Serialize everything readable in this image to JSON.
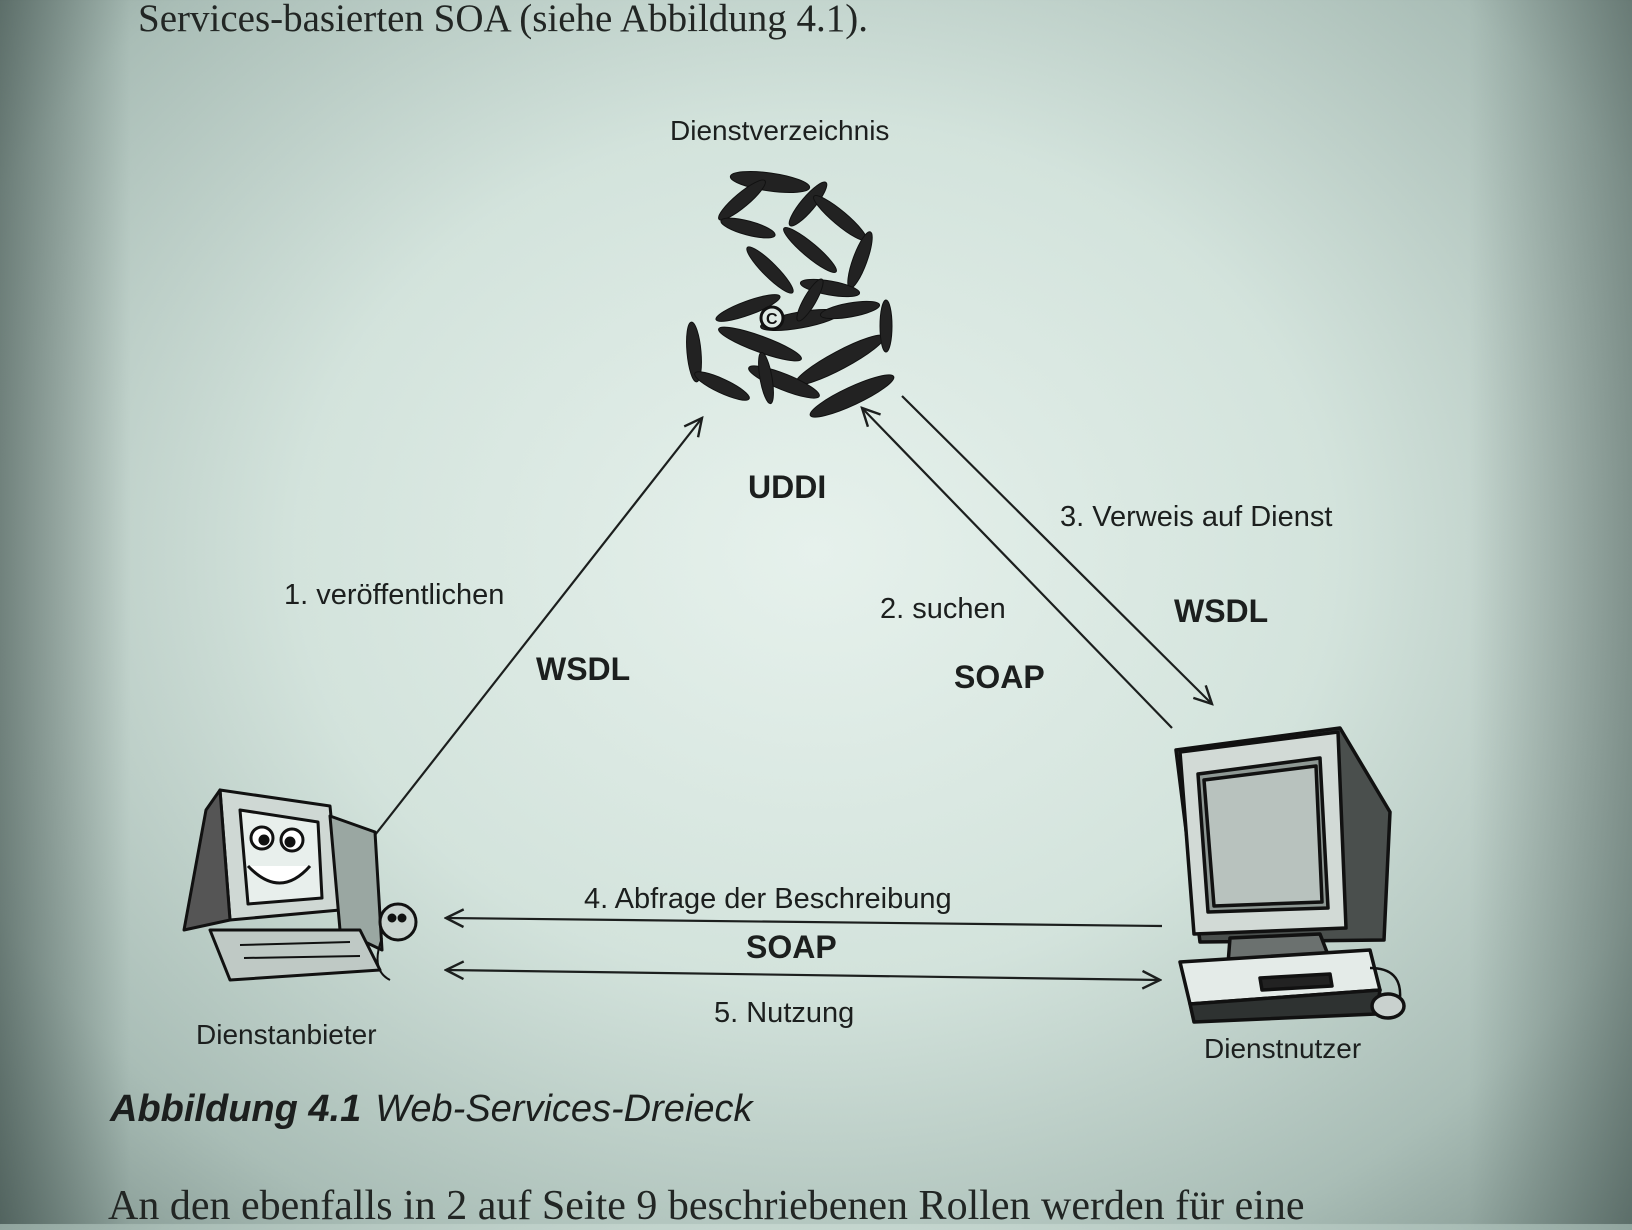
{
  "page": {
    "intro_text": "Services-basierten SOA (siehe Abbildung 4.1).",
    "bottom_text": "An den ebenfalls in 2 auf Seite 9 beschriebenen Rollen werden für eine"
  },
  "diagram": {
    "registry_title": "Dienstverzeichnis",
    "registry_protocol": "UDDI",
    "provider_label": "Dienstanbieter",
    "consumer_label": "Dienstnutzer",
    "step1_label": "1. veröffentlichen",
    "step1_protocol": "WSDL",
    "step2_label": "2. suchen",
    "step2_protocol": "SOAP",
    "step3_label": "3. Verweis auf Dienst",
    "step3_protocol": "WSDL",
    "step4_label": "4. Abfrage der Beschreibung",
    "step45_protocol": "SOAP",
    "step5_label": "5. Nutzung"
  },
  "caption": {
    "number": "Abbildung 4.1",
    "title": "Web-Services-Dreieck"
  },
  "colors": {
    "paper": "#d3e3dc",
    "ink": "#1c1f1e"
  },
  "icons": [
    "treasure-chest-icon",
    "smiling-computer-icon",
    "desktop-computer-icon"
  ]
}
